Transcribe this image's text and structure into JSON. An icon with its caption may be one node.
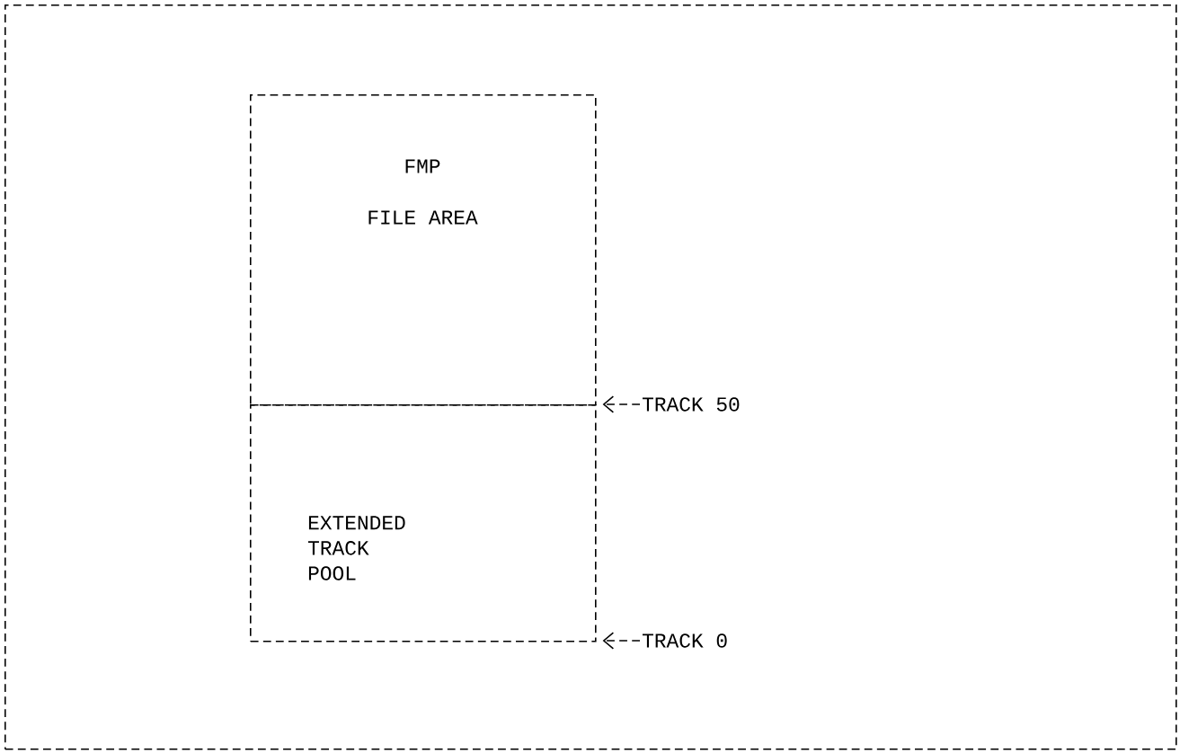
{
  "diagram": {
    "nodes": [
      {
        "text": [],
        "shape": "box"
      },
      {
        "text": [
          "FMP",
          "FILE AREA"
        ],
        "in": 0
      },
      {
        "text": [
          "EXTENDED TRACK POOL"
        ],
        "in": 0
      },
      {
        "text": [
          "TRACK 50"
        ],
        "in": 0
      },
      {
        "text": [
          "TRACK 0"
        ],
        "in": 0
      }
    ],
    "edges": [
      {
        "from": 3,
        "to": 2,
        "arrow": "to"
      },
      {
        "from": 4,
        "to": 2,
        "arrow": "to"
      }
    ]
  }
}
